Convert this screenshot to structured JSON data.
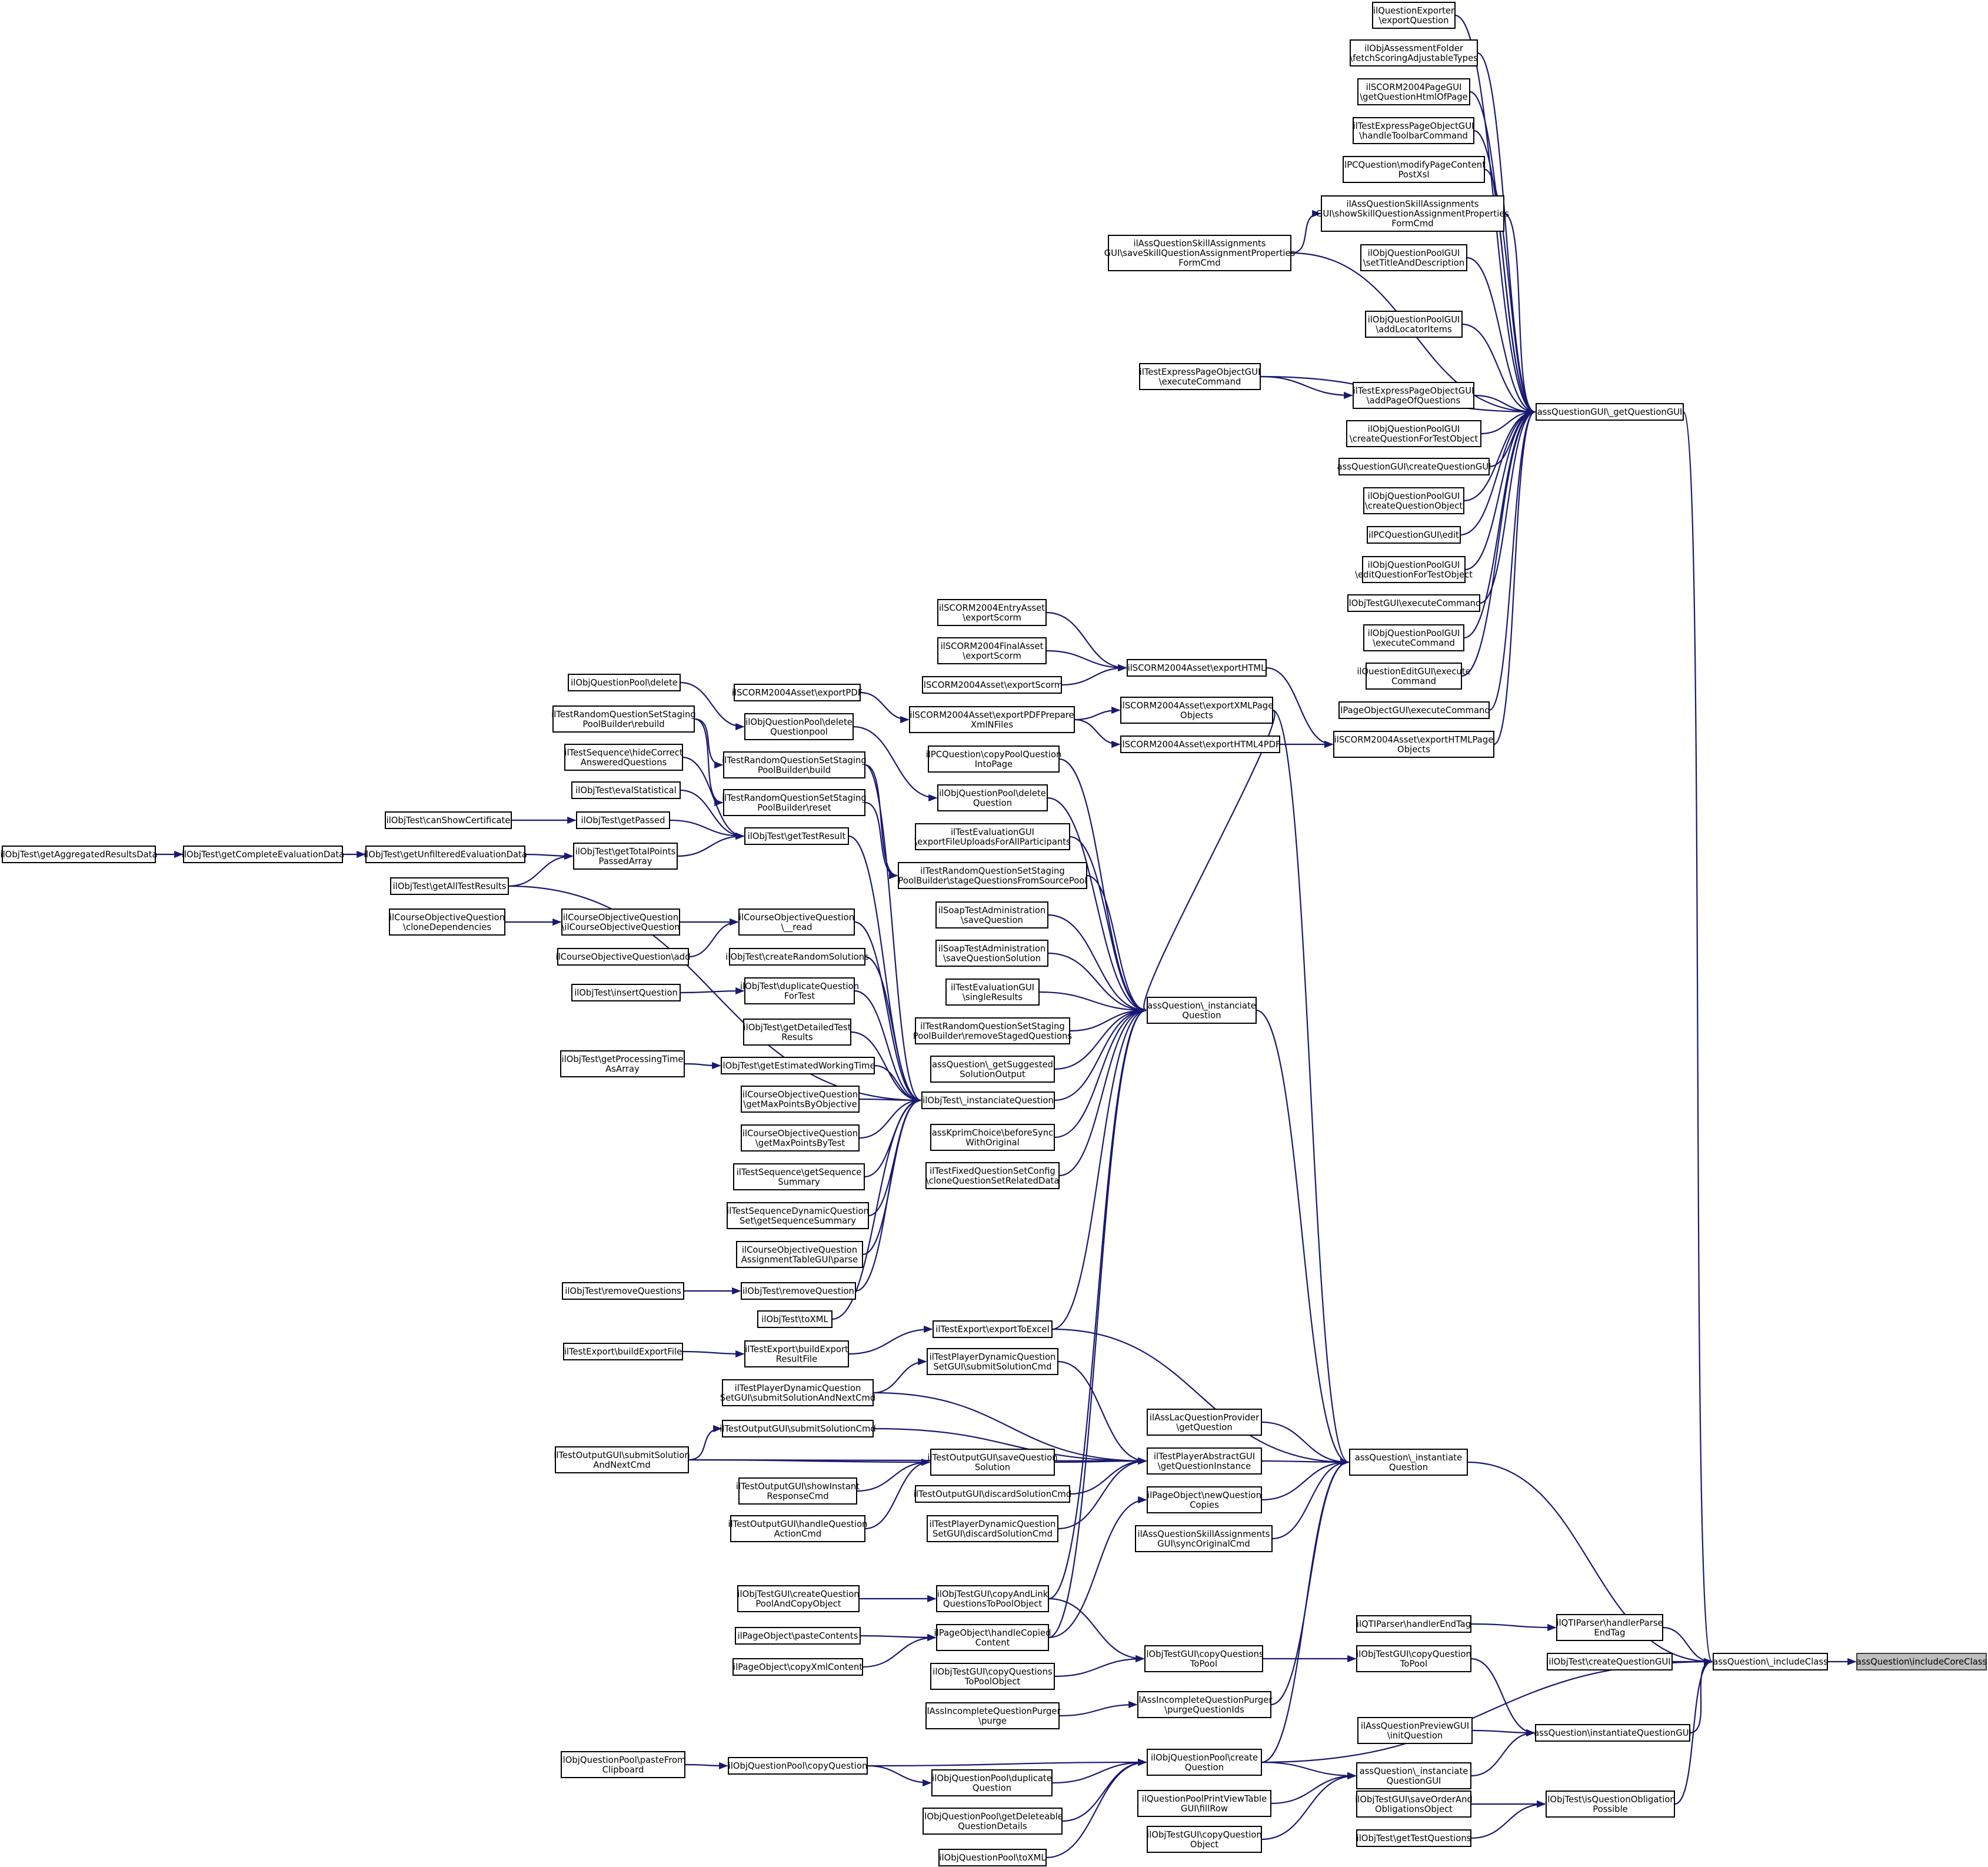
{
  "root_node": "assQuestion\\includeCoreClass",
  "nodes": {
    "root": "assQuestion\\includeCoreClass",
    "includeClass": "assQuestion\\_includeClass",
    "getQuestionGUI": "assQuestionGUI\\_getQuestionGUI",
    "instantiateQuestion": "assQuestion\\_instantiate\nQuestion",
    "instanciateQuestion": "assQuestion\\_instanciate\nQuestion",
    "objTestInstanciate": "ilObjTest\\_instanciateQuestion",
    "qexpExport": "ilQuestionExporter\n\\exportQuestion",
    "afFetch": "ilObjAssessmentFolder\n\\fetchScoringAdjustableTypes",
    "scormPageGUI": "ilSCORM2004PageGUI\n\\getQuestionHtmlOfPage",
    "tepoToolbar": "ilTestExpressPageObjectGUI\n\\handleToolbarCommand",
    "pcqModify": "ilPCQuestion\\modifyPageContent\nPostXsl",
    "aqsaShow": "ilAssQuestionSkillAssignments\nGUI\\showSkillQuestionAssignmentProperties\nFormCmd",
    "aqsaSave": "ilAssQuestionSkillAssignments\nGUI\\saveSkillQuestionAssignmentProperties\nFormCmd",
    "qpgSetTitle": "ilObjQuestionPoolGUI\n\\setTitleAndDescription",
    "qpgAddLocator": "ilObjQuestionPoolGUI\n\\addLocatorItems",
    "tepoExec": "ilTestExpressPageObjectGUI\n\\executeCommand",
    "tepoAddPage": "ilTestExpressPageObjectGUI\n\\addPageOfQuestions",
    "qpgCreateForTest": "ilObjQuestionPoolGUI\n\\createQuestionForTestObject",
    "aqgCreate": "assQuestionGUI\\createQuestionGUI",
    "qpgCreateObj": "ilObjQuestionPoolGUI\n\\createQuestionObject",
    "pcqgEdit": "ilPCQuestionGUI\\edit",
    "qpgEditForTest": "ilObjQuestionPoolGUI\n\\editQuestionForTestObject",
    "otgExec": "ilObjTestGUI\\executeCommand",
    "qpgExec": "ilObjQuestionPoolGUI\n\\executeCommand",
    "qegExec": "ilQuestionEditGUI\\execute\nCommand",
    "pogExec": "ilPageObjectGUI\\executeCommand",
    "scExportHTMLPage": "ilSCORM2004Asset\\exportHTMLPage\nObjects",
    "scEntry": "ilSCORM2004EntryAsset\n\\exportScorm",
    "scFinal": "ilSCORM2004FinalAsset\n\\exportScorm",
    "scExportHTML": "ilSCORM2004Asset\\exportHTML",
    "scExportScorm": "ilSCORM2004Asset\\exportScorm",
    "scExportXML": "ilSCORM2004Asset\\exportXMLPage\nObjects",
    "scExportPDF": "ilSCORM2004Asset\\exportPDF",
    "scPrepare": "ilSCORM2004Asset\\exportPDFPrepare\nXmlNFiles",
    "scExportHTML4PDF": "ilSCORM2004Asset\\exportHTML4PDF",
    "qpDelete": "ilObjQuestionPool\\delete",
    "qpDeleteQp": "ilObjQuestionPool\\delete\nQuestionpool",
    "rqRebuild": "ilTestRandomQuestionSetStaging\nPoolBuilder\\rebuild",
    "rqBuild": "ilTestRandomQuestionSetStaging\nPoolBuilder\\build",
    "rqReset": "ilTestRandomQuestionSetStaging\nPoolBuilder\\reset",
    "tsHide": "ilTestSequence\\hideCorrect\nAnsweredQuestions",
    "otEvalStat": "ilObjTest\\evalStatistical",
    "otCanShow": "ilObjTest\\canShowCertificate",
    "otGetPassed": "ilObjTest\\getPassed",
    "otGetTestResult": "ilObjTest\\getTestResult",
    "otAgg": "ilObjTest\\getAggregatedResultsData",
    "otComplete": "ilObjTest\\getCompleteEvaluationData",
    "otUnfiltered": "ilObjTest\\getUnfilteredEvaluationData",
    "otTotalPoints": "ilObjTest\\getTotalPoints\nPassedArray",
    "otAllResults": "ilObjTest\\getAllTestResults",
    "coqClone": "ilCourseObjectiveQuestion\n\\cloneDependencies",
    "coqCtor": "ilCourseObjectiveQuestion\n\\ilCourseObjectiveQuestion",
    "coqRead": "ilCourseObjectiveQuestion\n\\__read",
    "coqAdd": "ilCourseObjectiveQuestion\\add",
    "otCreateRandom": "ilObjTest\\createRandomSolutions",
    "otInsert": "ilObjTest\\insertQuestion",
    "otDup": "ilObjTest\\duplicateQuestion\nForTest",
    "otDetailed": "ilObjTest\\getDetailedTest\nResults",
    "otProcTime": "ilObjTest\\getProcessingTime\nAsArray",
    "otEstTime": "ilObjTest\\getEstimatedWorkingTime",
    "coqMaxObj": "ilCourseObjectiveQuestion\n\\getMaxPointsByObjective",
    "coqMaxTest": "ilCourseObjectiveQuestion\n\\getMaxPointsByTest",
    "tsSummary": "ilTestSequence\\getSequence\nSummary",
    "tsdSummary": "ilTestSequenceDynamicQuestion\nSet\\getSequenceSummary",
    "coqParse": "ilCourseObjectiveQuestion\nAssignmentTableGUI\\parse",
    "otRemoveQs": "ilObjTest\\removeQuestions",
    "otRemoveQ": "ilObjTest\\removeQuestion",
    "otToXML": "ilObjTest\\toXML",
    "pcqCopyPool": "ilPCQuestion\\copyPoolQuestion\nIntoPage",
    "qpDeleteQ": "ilObjQuestionPool\\delete\nQuestion",
    "tegExportUploads": "ilTestEvaluationGUI\n\\exportFileUploadsForAllParticipants",
    "rqStage": "ilTestRandomQuestionSetStaging\nPoolBuilder\\stageQuestionsFromSourcePool",
    "soapSaveQ": "ilSoapTestAdministration\n\\saveQuestion",
    "soapSaveSol": "ilSoapTestAdministration\n\\saveQuestionSolution",
    "tegSingle": "ilTestEvaluationGUI\n\\singleResults",
    "rqRemoveStaged": "ilTestRandomQuestionSetStaging\nPoolBuilder\\removeStagedQuestions",
    "aqGetSuggested": "assQuestion\\_getSuggested\nSolutionOutput",
    "kprimBefore": "assKprimChoice\\beforeSync\nWithOriginal",
    "fqsClone": "ilTestFixedQuestionSetConfig\n\\cloneQuestionSetRelatedData",
    "teBuildFile": "ilTestExport\\buildExportFile",
    "teBuildResult": "ilTestExport\\buildExport\nResultFile",
    "teToExcel": "ilTestExport\\exportToExcel",
    "tpdSubmitNext": "ilTestPlayerDynamicQuestion\nSetGUI\\submitSolutionAndNextCmd",
    "tpdSubmit": "ilTestPlayerDynamicQuestion\nSetGUI\\submitSolutionCmd",
    "togSubmitNext": "ilTestOutputGUI\\submitSolution\nAndNextCmd",
    "togSubmit": "ilTestOutputGUI\\submitSolutionCmd",
    "togSave": "ilTestOutputGUI\\saveQuestion\nSolution",
    "togShowInstant": "ilTestOutputGUI\\showInstant\nResponseCmd",
    "togHandleAction": "ilTestOutputGUI\\handleQuestion\nActionCmd",
    "togDiscard": "ilTestOutputGUI\\discardSolutionCmd",
    "tpdDiscard": "ilTestPlayerDynamicQuestion\nSetGUI\\discardSolutionCmd",
    "alqpGet": "ilAssLacQuestionProvider\n\\getQuestion",
    "tpaGetInstance": "ilTestPlayerAbstractGUI\n\\getQuestionInstance",
    "poNewCopies": "ilPageObject\\newQuestion\nCopies",
    "aqsaSync": "ilAssQuestionSkillAssignments\nGUI\\syncOriginalCmd",
    "otgCreatePool": "ilObjTestGUI\\createQuestion\nPoolAndCopyObject",
    "otgCopyAndLink": "ilObjTestGUI\\copyAndLink\nQuestionsToPoolObject",
    "poPaste": "ilPageObject\\pasteContents",
    "poHandleCopied": "ilPageObject\\handleCopied\nContent",
    "poCopyXml": "ilPageObject\\copyXmlContent",
    "otgCopyToPoolObj": "ilObjTestGUI\\copyQuestions\nToPoolObject",
    "otgCopyToPool": "ilObjTestGUI\\copyQuestions\nToPool",
    "otgCopyQToPool": "ilObjTestGUI\\copyQuestion\nToPool",
    "aiqpPurge": "ilAssIncompleteQuestionPurger\n\\purge",
    "aiqpPurgeIds": "ilAssIncompleteQuestionPurger\n\\purgeQuestionIds",
    "qtiEndTag": "ilQTIParser\\handlerEndTag",
    "qtiParseEnd": "ilQTIParser\\handlerParse\nEndTag",
    "otCreateGUI": "ilObjTest\\createQuestionGUI",
    "aqpgInit": "ilAssQuestionPreviewGUI\n\\initQuestion",
    "aqInstGUI": "assQuestion\\instantiateQuestionGUI",
    "qpPasteClip": "ilObjQuestionPool\\pasteFrom\nClipboard",
    "qpCopyQ": "ilObjQuestionPool\\copyQuestion",
    "qpDup": "ilObjQuestionPool\\duplicate\nQuestion",
    "qpCreateQ": "ilObjQuestionPool\\create\nQuestion",
    "aqInstaGUI": "assQuestion\\_instanciate\nQuestionGUI",
    "qpGetDel": "ilObjQuestionPool\\getDeleteable\nQuestionDetails",
    "qpToXML": "ilObjQuestionPool\\toXML",
    "qppvFill": "ilQuestionPoolPrintViewTable\nGUI\\fillRow",
    "otgCopyQObj": "ilObjTestGUI\\copyQuestion\nObject",
    "otgSaveOrder": "ilObjTestGUI\\saveOrderAnd\nObligationsObject",
    "otIsOblig": "ilObjTest\\isQuestionObligation\nPossible",
    "otGetTestQs": "ilObjTest\\getTestQuestions"
  },
  "edges": [
    [
      "includeClass",
      "root"
    ],
    [
      "getQuestionGUI",
      "includeClass"
    ],
    [
      "instantiateQuestion",
      "includeClass"
    ],
    [
      "qtiParseEnd",
      "includeClass"
    ],
    [
      "otCreateGUI",
      "includeClass"
    ],
    [
      "aqInstGUI",
      "includeClass"
    ],
    [
      "otIsOblig",
      "includeClass"
    ],
    [
      "qpCreateQ",
      "includeClass"
    ],
    [
      "qexpExport",
      "getQuestionGUI"
    ],
    [
      "afFetch",
      "getQuestionGUI"
    ],
    [
      "scormPageGUI",
      "getQuestionGUI"
    ],
    [
      "tepoToolbar",
      "getQuestionGUI"
    ],
    [
      "pcqModify",
      "getQuestionGUI"
    ],
    [
      "aqsaShow",
      "getQuestionGUI"
    ],
    [
      "aqsaSave",
      "getQuestionGUI"
    ],
    [
      "qpgSetTitle",
      "getQuestionGUI"
    ],
    [
      "qpgAddLocator",
      "getQuestionGUI"
    ],
    [
      "tepoExec",
      "getQuestionGUI"
    ],
    [
      "tepoAddPage",
      "getQuestionGUI"
    ],
    [
      "qpgCreateForTest",
      "getQuestionGUI"
    ],
    [
      "aqgCreate",
      "getQuestionGUI"
    ],
    [
      "qpgCreateObj",
      "getQuestionGUI"
    ],
    [
      "pcqgEdit",
      "getQuestionGUI"
    ],
    [
      "qpgEditForTest",
      "getQuestionGUI"
    ],
    [
      "otgExec",
      "getQuestionGUI"
    ],
    [
      "qpgExec",
      "getQuestionGUI"
    ],
    [
      "qegExec",
      "getQuestionGUI"
    ],
    [
      "pogExec",
      "getQuestionGUI"
    ],
    [
      "scExportHTMLPage",
      "getQuestionGUI"
    ],
    [
      "aqsaSave",
      "aqsaShow"
    ],
    [
      "tepoExec",
      "tepoAddPage"
    ],
    [
      "scExportHTML",
      "scExportHTMLPage"
    ],
    [
      "scExportHTML4PDF",
      "scExportHTMLPage"
    ],
    [
      "scEntry",
      "scExportHTML"
    ],
    [
      "scFinal",
      "scExportHTML"
    ],
    [
      "scExportScorm",
      "scExportHTML"
    ],
    [
      "scPrepare",
      "scExportXML"
    ],
    [
      "scPrepare",
      "scExportHTML4PDF"
    ],
    [
      "scExportPDF",
      "scPrepare"
    ],
    [
      "alqpGet",
      "instantiateQuestion"
    ],
    [
      "tpaGetInstance",
      "instantiateQuestion"
    ],
    [
      "poNewCopies",
      "instantiateQuestion"
    ],
    [
      "aqsaSync",
      "instantiateQuestion"
    ],
    [
      "teToExcel",
      "instantiateQuestion"
    ],
    [
      "instanciateQuestion",
      "instantiateQuestion"
    ],
    [
      "scExportXML",
      "instantiateQuestion"
    ],
    [
      "aiqpPurgeIds",
      "instantiateQuestion"
    ],
    [
      "pcqCopyPool",
      "instanciateQuestion"
    ],
    [
      "qpDeleteQ",
      "instanciateQuestion"
    ],
    [
      "tegExportUploads",
      "instanciateQuestion"
    ],
    [
      "rqStage",
      "instanciateQuestion"
    ],
    [
      "soapSaveQ",
      "instanciateQuestion"
    ],
    [
      "soapSaveSol",
      "instanciateQuestion"
    ],
    [
      "tegSingle",
      "instanciateQuestion"
    ],
    [
      "rqRemoveStaged",
      "instanciateQuestion"
    ],
    [
      "aqGetSuggested",
      "instanciateQuestion"
    ],
    [
      "objTestInstanciate",
      "instanciateQuestion"
    ],
    [
      "kprimBefore",
      "instanciateQuestion"
    ],
    [
      "fqsClone",
      "instanciateQuestion"
    ],
    [
      "scExportXML",
      "instanciateQuestion"
    ],
    [
      "teToExcel",
      "instanciateQuestion"
    ],
    [
      "otgCopyAndLink",
      "instanciateQuestion"
    ],
    [
      "poHandleCopied",
      "instanciateQuestion"
    ],
    [
      "qpDeleteQp",
      "qpDeleteQ"
    ],
    [
      "qpDelete",
      "qpDeleteQp"
    ],
    [
      "rqBuild",
      "rqStage"
    ],
    [
      "rqReset",
      "rqStage"
    ],
    [
      "rqRebuild",
      "rqBuild"
    ],
    [
      "rqRebuild",
      "rqReset"
    ],
    [
      "otGetTestResult",
      "objTestInstanciate"
    ],
    [
      "otCreateRandom",
      "objTestInstanciate"
    ],
    [
      "otDup",
      "objTestInstanciate"
    ],
    [
      "otDetailed",
      "objTestInstanciate"
    ],
    [
      "otEstTime",
      "objTestInstanciate"
    ],
    [
      "coqMaxObj",
      "objTestInstanciate"
    ],
    [
      "coqMaxTest",
      "objTestInstanciate"
    ],
    [
      "tsSummary",
      "objTestInstanciate"
    ],
    [
      "tsdSummary",
      "objTestInstanciate"
    ],
    [
      "coqParse",
      "objTestInstanciate"
    ],
    [
      "otRemoveQ",
      "objTestInstanciate"
    ],
    [
      "otToXML",
      "objTestInstanciate"
    ],
    [
      "coqRead",
      "objTestInstanciate"
    ],
    [
      "otAllResults",
      "objTestInstanciate"
    ],
    [
      "rqBuild",
      "objTestInstanciate"
    ],
    [
      "tsHide",
      "otGetTestResult"
    ],
    [
      "otEvalStat",
      "otGetTestResult"
    ],
    [
      "otGetPassed",
      "otGetTestResult"
    ],
    [
      "otTotalPoints",
      "otGetTestResult"
    ],
    [
      "otCanShow",
      "otGetPassed"
    ],
    [
      "otUnfiltered",
      "otTotalPoints"
    ],
    [
      "otAllResults",
      "otTotalPoints"
    ],
    [
      "otComplete",
      "otUnfiltered"
    ],
    [
      "otAgg",
      "otComplete"
    ],
    [
      "coqClone",
      "coqCtor"
    ],
    [
      "coqCtor",
      "coqRead"
    ],
    [
      "coqAdd",
      "coqRead"
    ],
    [
      "otInsert",
      "otDup"
    ],
    [
      "otProcTime",
      "otEstTime"
    ],
    [
      "otRemoveQs",
      "otRemoveQ"
    ],
    [
      "teBuildFile",
      "teBuildResult"
    ],
    [
      "teBuildResult",
      "teToExcel"
    ],
    [
      "tpdSubmitNext",
      "tpdSubmit"
    ],
    [
      "togSubmitNext",
      "togSubmit"
    ],
    [
      "togSubmitNext",
      "togSave"
    ],
    [
      "togShowInstant",
      "togSave"
    ],
    [
      "togHandleAction",
      "togSave"
    ],
    [
      "togSave",
      "tpaGetInstance"
    ],
    [
      "togSubmit",
      "tpaGetInstance"
    ],
    [
      "tpdSubmit",
      "tpaGetInstance"
    ],
    [
      "tpdSubmitNext",
      "tpaGetInstance"
    ],
    [
      "togDiscard",
      "tpaGetInstance"
    ],
    [
      "tpdDiscard",
      "tpaGetInstance"
    ],
    [
      "togSubmitNext",
      "tpaGetInstance"
    ],
    [
      "otgCreatePool",
      "otgCopyAndLink"
    ],
    [
      "poPaste",
      "poHandleCopied"
    ],
    [
      "poCopyXml",
      "poHandleCopied"
    ],
    [
      "otgCopyAndLink",
      "otgCopyToPool"
    ],
    [
      "otgCopyToPoolObj",
      "otgCopyToPool"
    ],
    [
      "otgCopyToPool",
      "otgCopyQToPool"
    ],
    [
      "otgCopyQToPool",
      "aqInstGUI"
    ],
    [
      "poHandleCopied",
      "poNewCopies"
    ],
    [
      "aiqpPurge",
      "aiqpPurgeIds"
    ],
    [
      "qtiEndTag",
      "qtiParseEnd"
    ],
    [
      "aqpgInit",
      "aqInstGUI"
    ],
    [
      "aqInstaGUI",
      "aqInstGUI"
    ],
    [
      "qpPasteClip",
      "qpCopyQ"
    ],
    [
      "qpCopyQ",
      "qpDup"
    ],
    [
      "qpCopyQ",
      "qpCreateQ"
    ],
    [
      "qpDup",
      "qpCreateQ"
    ],
    [
      "qpGetDel",
      "qpCreateQ"
    ],
    [
      "qpToXML",
      "qpCreateQ"
    ],
    [
      "qpCreateQ",
      "aqInstaGUI"
    ],
    [
      "qppvFill",
      "aqInstaGUI"
    ],
    [
      "otgCopyQObj",
      "aqInstaGUI"
    ],
    [
      "otgSaveOrder",
      "otIsOblig"
    ],
    [
      "otGetTestQs",
      "otIsOblig"
    ],
    [
      "qpCreateQ",
      "instantiateQuestion"
    ]
  ],
  "colors": {
    "edge": "#191970",
    "node_border": "#000000",
    "root_fill": "#bfbfbf",
    "background": "#ffffff"
  }
}
